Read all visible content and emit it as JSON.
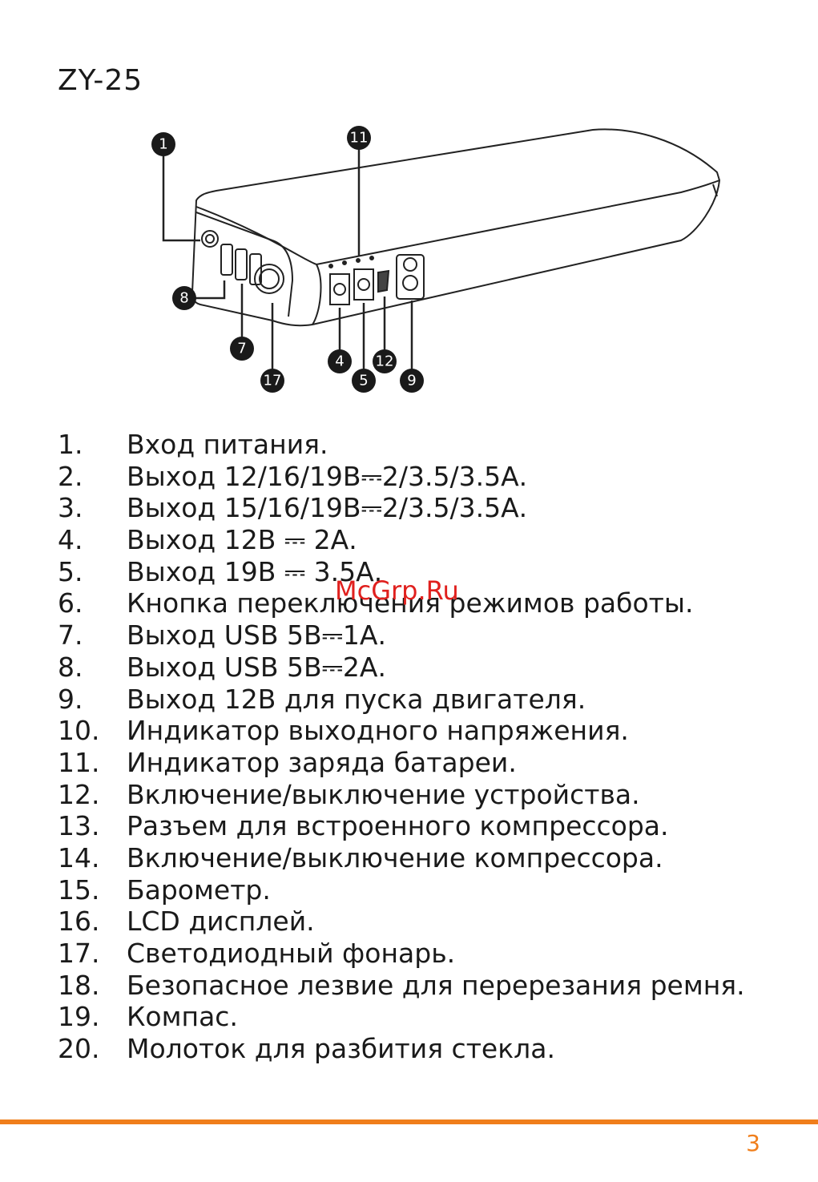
{
  "model": "ZY-25",
  "diagram": {
    "callouts": [
      "1",
      "11",
      "8",
      "7",
      "17",
      "4",
      "12",
      "5",
      "9"
    ]
  },
  "items": [
    {
      "num": "1.",
      "text": "Вход питания."
    },
    {
      "num": "2.",
      "text": "Выход 12/16/19В⎓2/3.5/3.5А."
    },
    {
      "num": "3.",
      "text": "Выход 15/16/19В⎓2/3.5/3.5А."
    },
    {
      "num": "4.",
      "text": "Выход 12В ⎓ 2А."
    },
    {
      "num": "5.",
      "text": "Выход 19В ⎓ 3.5А."
    },
    {
      "num": "6.",
      "text": "Кнопка переключения режимов работы."
    },
    {
      "num": "7.",
      "text": "Выход USB 5В⎓1А."
    },
    {
      "num": "8.",
      "text": "Выход USB 5В⎓2А."
    },
    {
      "num": "9.",
      "text": "Выход 12В для пуска двигателя."
    },
    {
      "num": "10.",
      "text": "Индикатор выходного напряжения."
    },
    {
      "num": "11.",
      "text": "Индикатор заряда батареи."
    },
    {
      "num": "12.",
      "text": "Включение/выключение устройства."
    },
    {
      "num": "13.",
      "text": "Разъем для встроенного компрессора."
    },
    {
      "num": "14.",
      "text": "Включение/выключение компрессора."
    },
    {
      "num": "15.",
      "text": "Барометр."
    },
    {
      "num": "16.",
      "text": "LCD дисплей."
    },
    {
      "num": "17.",
      "text": "Светодиодный фонарь."
    },
    {
      "num": "18.",
      "text": "Безопасное лезвие для перерезания ремня."
    },
    {
      "num": "19.",
      "text": "Компас."
    },
    {
      "num": "20.",
      "text": "Молоток для разбития стекла."
    }
  ],
  "watermark": "McGrp.Ru",
  "page_number": "3",
  "colors": {
    "accent": "#f07e1b",
    "watermark": "#e0201e"
  }
}
